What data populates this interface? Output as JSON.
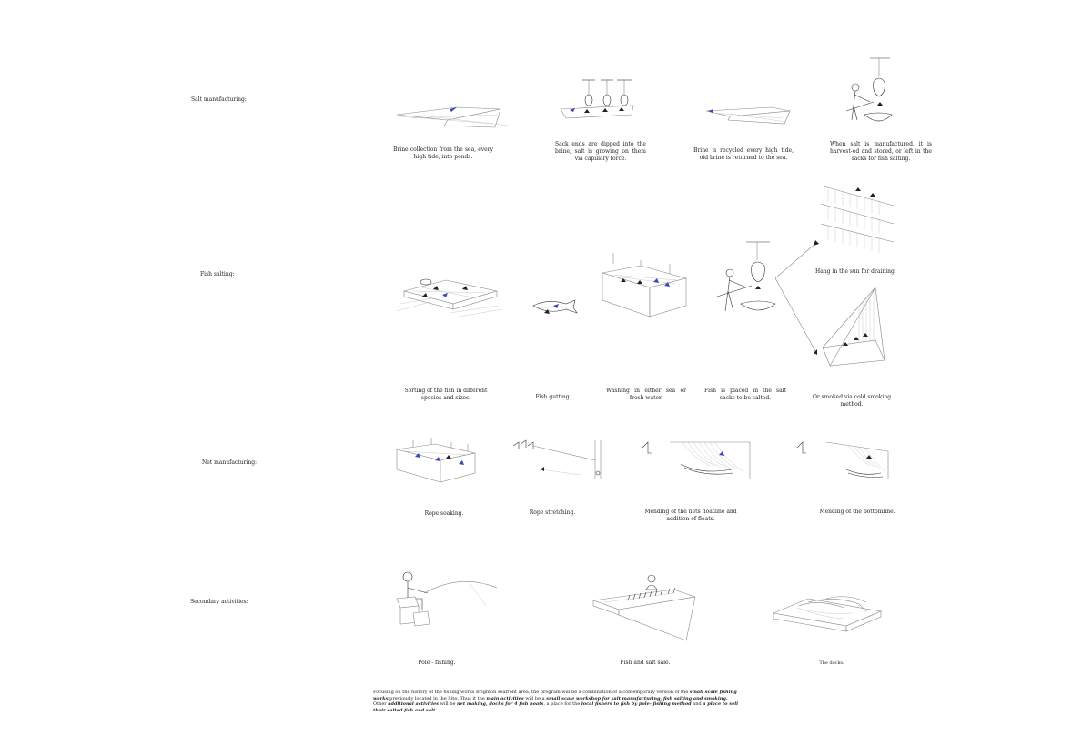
{
  "rows": [
    {
      "label": "Salt manufacturing:"
    },
    {
      "label": "Fish salting:"
    },
    {
      "label": "Net manufacturing:"
    },
    {
      "label": "Secondary activities:"
    }
  ],
  "salt": {
    "brine_collection": "Brine collection from the sea, every high tide, into ponds.",
    "sack_ends": "Sack ends are dipped into the brine, salt is growing on them via capillary force.",
    "brine_recycled": "Brine is recycled every high tide, old brine is returned to the sea.",
    "harvested": "When salt is manufactured, it is harvest-ed and stored, or left in the sacks for fish salting."
  },
  "fish": {
    "sorting": "Sorting of the fish in different species and sizes.",
    "gutting": "Fish gutting.",
    "washing": "Washing in either sea or fresh water.",
    "placed": "Fish is placed in the salt sacks to be salted.",
    "hang": "Hang in the sun for draining.",
    "smoked": "Or smoked via cold smoking method."
  },
  "net": {
    "soaking": "Rope soaking.",
    "stretching": "Rope stretching.",
    "mending_float": "Mending of the nets floatline and addition of floats.",
    "mending_bottom": "Mending of the bottomline."
  },
  "secondary": {
    "pole": "Pole - fishing.",
    "sale": "Fish and salt sale.",
    "docks": "The docks."
  },
  "paragraph": {
    "p1": "Focusing on the history of the fishing works Brighton seafront area, the program will be a combination of a contemporary version of the ",
    "b1": "small scale fishing works",
    "p2": " previously located in the Site. Thus it the ",
    "b2": "main activities",
    "p3": " will be a ",
    "b3": "small scale workshop for salt manufacturing, fish salting and smoking.",
    "p4": " Other ",
    "b4": "additional activities",
    "p5": " will be ",
    "b5": "net making, docks for 4 fish boats",
    "p6": ", a place for the ",
    "b6": "local fishers to fish by pole- fishing method",
    "p7": " and ",
    "b7": "a place to sell their salted fish and salt."
  },
  "colors": {
    "accent_arrow": "#3a48b8",
    "line": "#888888",
    "text": "#222222"
  }
}
